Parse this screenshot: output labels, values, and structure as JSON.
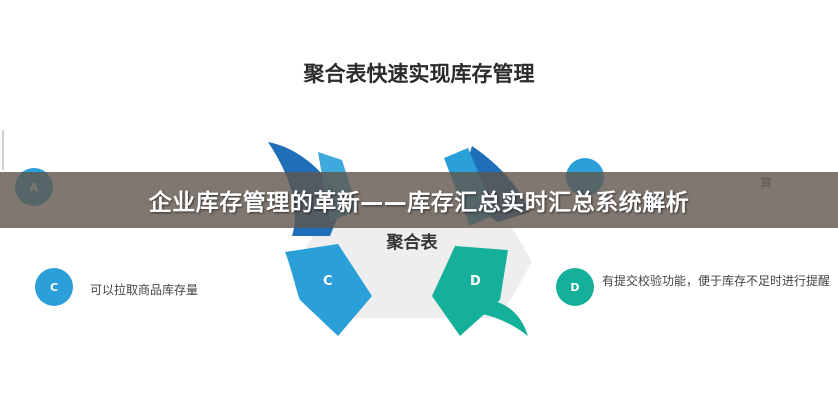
{
  "diagram": {
    "title": "聚合表快速实现库存管理",
    "hub_label": "聚合表",
    "petals": [
      {
        "letter": "C",
        "color": "#2a9fd8"
      },
      {
        "letter": "D",
        "color": "#14b09a"
      }
    ],
    "items": [
      {
        "badge": "A",
        "text": "",
        "color": "#2a9fd8"
      },
      {
        "badge": "C",
        "text": "可以拉取商品库存量",
        "color": "#2a9fd8"
      },
      {
        "badge": "D",
        "text": "有提交校验功能，便于库存不足时进行提醒",
        "color": "#14b09a"
      }
    ],
    "partial_texts": {
      "top_left_fragment": "",
      "top_right_fragment": "算"
    },
    "colors": {
      "dark_blue": "#1f6fb8",
      "light_blue": "#2a9fd8",
      "teal": "#14b09a",
      "hub_gray": "#eeeeee"
    }
  },
  "banner": {
    "text": "企业库存管理的革新——库存汇总实时汇总系统解析"
  }
}
